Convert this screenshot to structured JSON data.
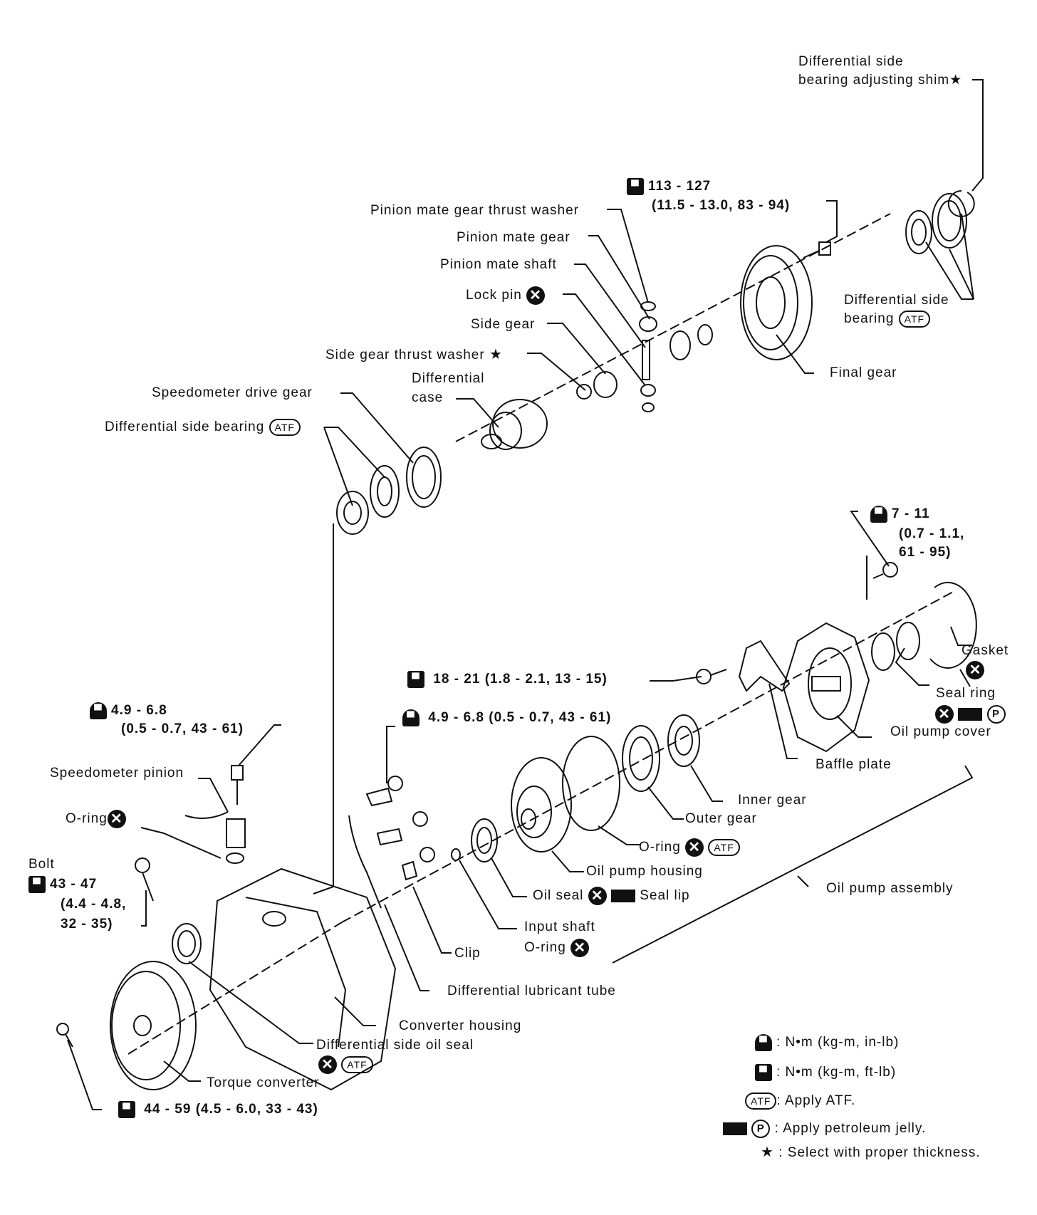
{
  "labels": {
    "shim_l1": "Differential side",
    "shim_l2": "bearing adjusting shim★",
    "torque_final_1": "113 - 127",
    "torque_final_2": "(11.5 - 13.0, 83 - 94)",
    "pinion_mate_gear_thrust_washer": "Pinion mate gear thrust washer",
    "pinion_mate_gear": "Pinion mate gear",
    "pinion_mate_shaft": "Pinion mate shaft",
    "lock_pin": "Lock pin",
    "side_gear": "Side gear",
    "side_gear_thrust_washer": "Side gear thrust washer",
    "diff_side_bearing_r1": "Differential side",
    "diff_side_bearing_r2": "bearing",
    "final_gear": "Final gear",
    "differential_case_1": "Differential",
    "differential_case_2": "case",
    "speedometer_drive_gear": "Speedometer drive gear",
    "diff_side_bearing_l": "Differential side bearing",
    "torque_pump_1": "7 - 11",
    "torque_pump_2": "(0.7 - 1.1,",
    "torque_pump_3": "61 - 95)",
    "gasket": "Gasket",
    "torque_baffle": "18 - 21 (1.8 - 2.1, 13 - 15)",
    "seal_ring": "Seal ring",
    "torque_speedo_1": "4.9 - 6.8",
    "torque_speedo_2": "(0.5 - 0.7, 43 - 61)",
    "torque_clip": "4.9 - 6.8 (0.5 - 0.7, 43 - 61)",
    "oil_pump_cover": "Oil pump cover",
    "baffle_plate": "Baffle plate",
    "speedometer_pinion": "Speedometer pinion",
    "inner_gear": "Inner gear",
    "o_ring_left": "O-ring",
    "outer_gear": "Outer gear",
    "bolt": "Bolt",
    "o_ring_pump": "O-ring",
    "torque_bolt_1": "43 - 47",
    "torque_bolt_2": "(4.4 - 4.8,",
    "torque_bolt_3": "32 - 35)",
    "oil_pump_housing": "Oil pump housing",
    "oil_pump_assembly": "Oil pump assembly",
    "oil_seal": "Oil seal",
    "seal_lip": "Seal lip",
    "input_shaft_1": "Input shaft",
    "input_shaft_2": "O-ring",
    "clip": "Clip",
    "diff_lubricant_tube": "Differential lubricant tube",
    "converter_housing": "Converter housing",
    "diff_side_oil_seal": "Differential side oil seal",
    "torque_converter": "Torque converter",
    "torque_tc": "44 - 59 (4.5 - 6.0, 33 - 43)"
  },
  "symbols": {
    "atf": "ATF",
    "p": "P",
    "x": "✕",
    "star": "★"
  },
  "legend": {
    "nm_inlb": ": N•m (kg-m, in-lb)",
    "nm_ftlb": ": N•m (kg-m, ft-lb)",
    "apply_atf": ": Apply ATF.",
    "apply_pj": ": Apply petroleum jelly.",
    "select": ": Select with proper thickness."
  }
}
